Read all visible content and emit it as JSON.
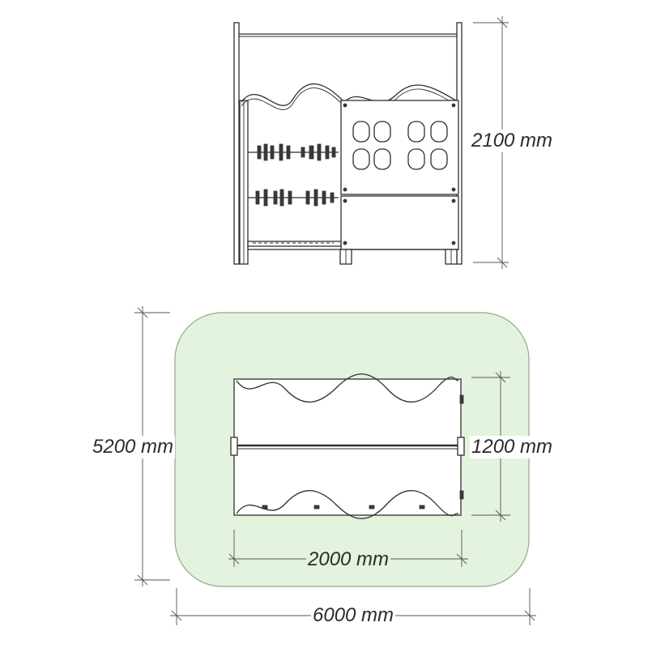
{
  "dimensions": {
    "front_height": "2100 mm",
    "zone_depth": "5200 mm",
    "plan_depth": "1200 mm",
    "plan_width": "2000 mm",
    "zone_width": "6000 mm"
  },
  "colors": {
    "safety_zone_fill": "#e3f3dd",
    "safety_zone_stroke": "#8fa88a",
    "line": "#2f2f2f"
  }
}
